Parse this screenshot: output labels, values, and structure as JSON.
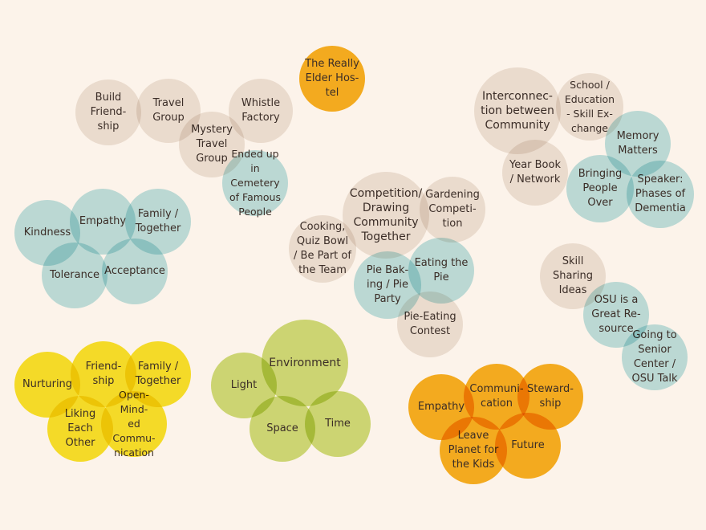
{
  "colors": {
    "background": "#fcf3ea",
    "beige": "#ede6e0",
    "blue": "#bde3e6",
    "yellow": "#f7e52b",
    "green": "#cfdf7c",
    "orange": "#f6b321",
    "text": "#3b2f2a"
  },
  "bubbles": {
    "build_friendship": "Build\nFriend-\nship",
    "travel_group": "Travel\nGroup",
    "mystery_travel_group": "Mystery\nTravel\nGroup",
    "whistle_factory": "Whistle\nFactory",
    "ended_up_cemetery": "Ended up\nin Cemetery\nof Famous\nPeople",
    "really_elder_hostel": "The Really\nElder Hos-\ntel",
    "interconnection": "Interconnec-\ntion between\nCommunity",
    "school_education": "School /\nEducation\n- Skill Ex-\nchange",
    "year_book": "Year Book\n/ Network",
    "memory_matters": "Memory\nMatters",
    "bringing_people_over": "Bringing\nPeople\nOver",
    "speaker_dementia": "Speaker:\nPhases of\nDementia",
    "kindness": "Kindness",
    "empathy_blue": "Empathy",
    "family_together_blue": "Family /\nTogether",
    "tolerance": "Tolerance",
    "acceptance": "Acceptance",
    "competition_drawing": "Competition/\nDrawing\nCommunity\nTogether",
    "gardening_competition": "Gardening\nCompeti-\ntion",
    "cooking_quiz": "Cooking,\nQuiz Bowl\n/ Be Part of\nthe Team",
    "pie_baking": "Pie Bak-\ning / Pie\nParty",
    "eating_the_pie": "Eating the\nPie",
    "pie_eating_contest": "Pie-Eating\nContest",
    "skill_sharing": "Skill\nSharing\nIdeas",
    "osu_great_resource": "OSU is a\nGreat Re-\nsource",
    "going_senior_center": "Going to\nSenior\nCenter /\nOSU Talk",
    "nurturing": "Nurturing",
    "friendship_yellow": "Friend-\nship",
    "family_together_yellow": "Family /\nTogether",
    "liking_each_other": "Liking\nEach\nOther",
    "open_minded": "Open-Mind-\ned Commu-\nnication",
    "light": "Light",
    "environment": "Environment",
    "space": "Space",
    "time": "Time",
    "empathy_orange": "Empathy",
    "communication": "Communi-\ncation",
    "stewardship": "Steward-\nship",
    "leave_planet": "Leave\nPlanet for\nthe Kids",
    "future": "Future"
  }
}
